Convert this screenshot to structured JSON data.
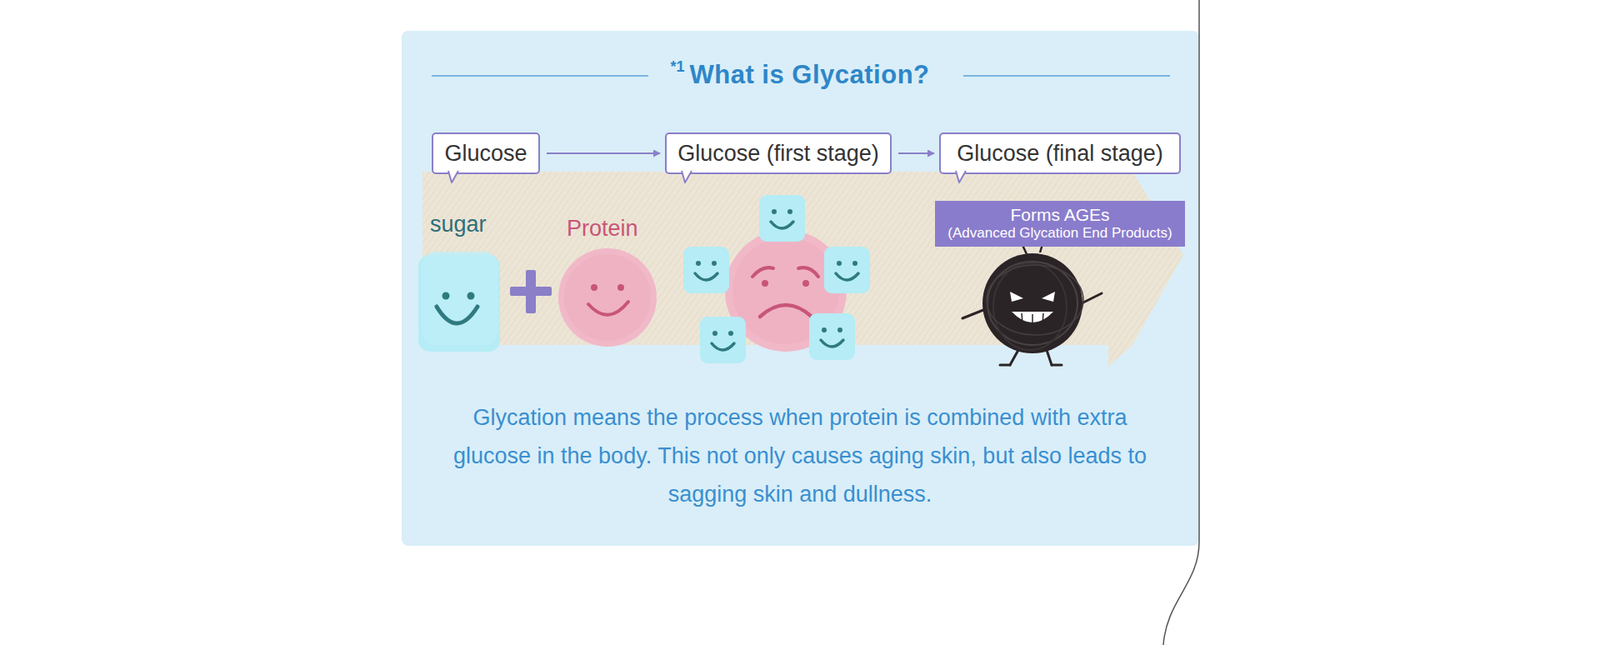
{
  "diagram": {
    "title": "What is Glycation?",
    "caption": "Glycation means the process when protein is combined with extra glucose in the body. This not only causes aging skin, but also leads to sagging skin and dullness.",
    "nodes": [
      {
        "text": [
          "Glucose"
        ]
      },
      {
        "text": [
          "Glucose (first stage)"
        ]
      },
      {
        "text": [
          "Glucose (final stage)"
        ]
      },
      {
        "text": [
          "Forms AGEs",
          "(Advanced Glycation End Products)"
        ]
      }
    ],
    "edges": [
      {
        "from": 0,
        "to": 1,
        "arrow": "to"
      },
      {
        "from": 1,
        "to": 2,
        "arrow": "to"
      }
    ],
    "labels": [
      "*1",
      "sugar",
      "Protein"
    ]
  }
}
